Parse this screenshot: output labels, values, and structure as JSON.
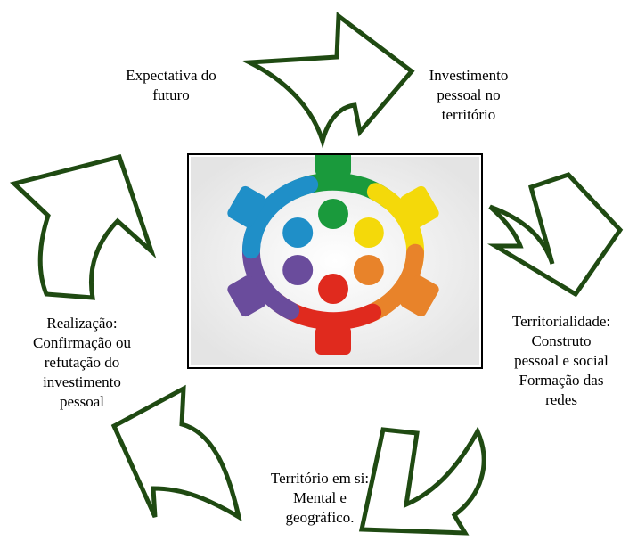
{
  "labels": {
    "top_left": "Expectativa do\nfuturo",
    "top_right": "Investimento\npessoal no\nterritório",
    "right": "Territorialidade:\nConstruto\npessoal e social\nFormação das\nredes",
    "bottom": "Território em si:\nMental e\ngeográfico.",
    "left": "Realização:\nConfirmação ou\nrefutação do\ninvestimento\npessoal"
  },
  "center_image": {
    "figure_colors": [
      "#1a9a3c",
      "#f4d90a",
      "#e8832a",
      "#e02a1e",
      "#6a4c9c",
      "#1f8fc8"
    ],
    "icon": "teamwork-circle-icon"
  },
  "colors": {
    "arrow_stroke": "#1f4a12",
    "text": "#000000"
  }
}
